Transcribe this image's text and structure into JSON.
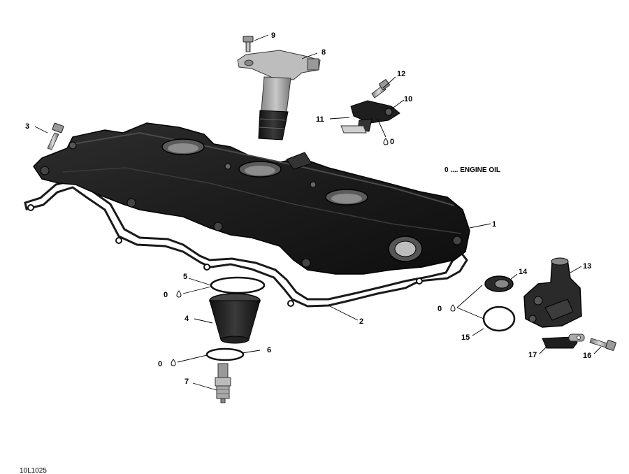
{
  "legend": {
    "symbol": "0",
    "text": "0 .... ENGINE OIL"
  },
  "figure_ref": "10L1025",
  "callouts": [
    {
      "id": "1",
      "label": "1"
    },
    {
      "id": "2",
      "label": "2"
    },
    {
      "id": "3",
      "label": "3"
    },
    {
      "id": "4",
      "label": "4"
    },
    {
      "id": "5",
      "label": "5"
    },
    {
      "id": "6",
      "label": "6"
    },
    {
      "id": "7",
      "label": "7"
    },
    {
      "id": "8",
      "label": "8"
    },
    {
      "id": "9",
      "label": "9"
    },
    {
      "id": "10",
      "label": "10"
    },
    {
      "id": "11",
      "label": "11"
    },
    {
      "id": "12",
      "label": "12"
    },
    {
      "id": "13",
      "label": "13"
    },
    {
      "id": "14",
      "label": "14"
    },
    {
      "id": "15",
      "label": "15"
    },
    {
      "id": "16",
      "label": "16"
    },
    {
      "id": "17",
      "label": "17"
    }
  ],
  "oil_marks": [
    {
      "id": "oil-10",
      "label": "0"
    },
    {
      "id": "oil-5",
      "label": "0"
    },
    {
      "id": "oil-14",
      "label": "0"
    },
    {
      "id": "oil-6",
      "label": "0"
    }
  ]
}
